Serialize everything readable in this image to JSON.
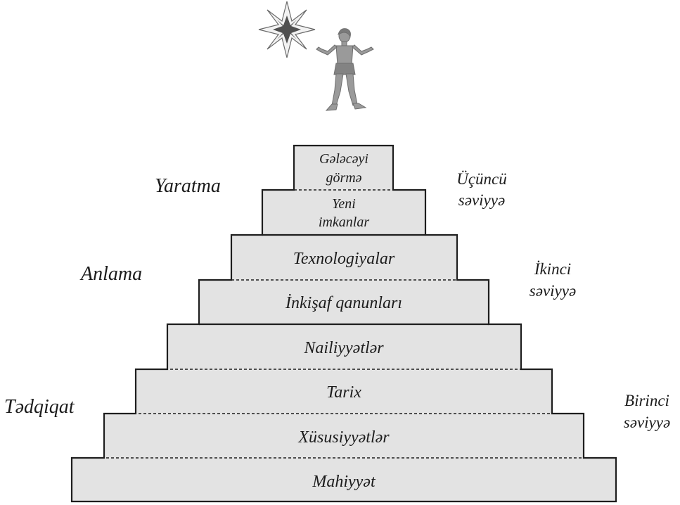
{
  "steps": [
    {
      "label": "Mahiyyət"
    },
    {
      "label": "Xüsusiyyətlər"
    },
    {
      "label": "Tarix"
    },
    {
      "label": "Nailiyyətlər"
    },
    {
      "label": "İnkişaf qanunları"
    },
    {
      "label": "Texnologiyalar"
    },
    {
      "label_line1": "Yeni",
      "label_line2": "imkanlar"
    },
    {
      "label_line1": "Gələcəyi",
      "label_line2": "görmə"
    }
  ],
  "stages": {
    "research": "Tədqiqat",
    "understanding": "Anlama",
    "creation": "Yaratma"
  },
  "levels": {
    "first": {
      "line1": "Birinci",
      "line2": "səviyyə"
    },
    "second": {
      "line1": "İkinci",
      "line2": "səviyyə"
    },
    "third": {
      "line1": "Üçüncü",
      "line2": "səviyyə"
    }
  },
  "colors": {
    "step_fill": "#e3e3e3",
    "outline": "#1e1e1e",
    "figure": "#9a9a9a",
    "star": "#555555"
  },
  "icons": {
    "top": "eight-pointed-star-icon",
    "figure": "person-figure"
  }
}
